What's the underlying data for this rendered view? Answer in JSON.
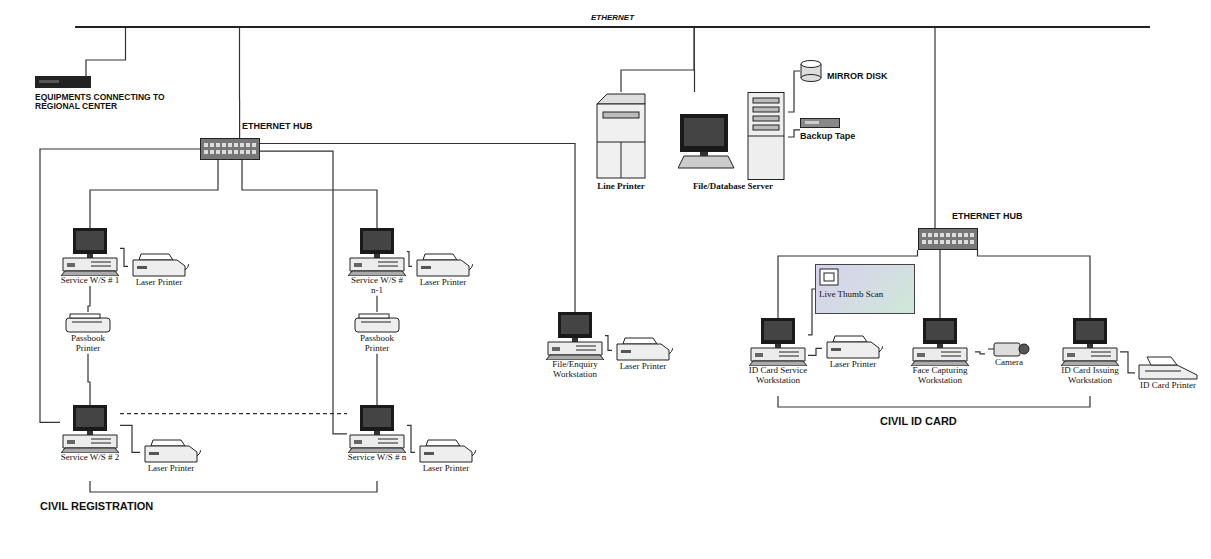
{
  "diagram": {
    "nodes": [
      {
        "text": [
          "ETHERNET"
        ]
      },
      {
        "text": [
          "EQUIPMENTS CONNECTING TO REGIONAL CENTER"
        ]
      },
      {
        "text": [
          "ETHERNET HUB"
        ]
      },
      {
        "text": [
          "Line Printer"
        ]
      },
      {
        "text": [
          "File/Database Server"
        ]
      },
      {
        "text": [
          "MIRROR DISK"
        ]
      },
      {
        "text": [
          "Backup Tape"
        ]
      },
      {
        "text": [
          "ETHERNET HUB"
        ]
      },
      {
        "text": [
          "Service W/S # 1"
        ]
      },
      {
        "text": [
          "Laser Printer"
        ]
      },
      {
        "text": [
          "Passbook Printer"
        ]
      },
      {
        "text": [
          "Service W/S # n-1"
        ]
      },
      {
        "text": [
          "Laser Printer"
        ]
      },
      {
        "text": [
          "Passbook Printer"
        ]
      },
      {
        "text": [
          "File/Enquiry Workstation"
        ]
      },
      {
        "text": [
          "Laser Printer"
        ]
      },
      {
        "text": [
          "Service W/S # 2"
        ]
      },
      {
        "text": [
          "Laser Printer"
        ]
      },
      {
        "text": [
          "Service W/S # n"
        ]
      },
      {
        "text": [
          "Laser Printer"
        ]
      },
      {
        "text": [
          "Live Thumb Scan"
        ]
      },
      {
        "text": [
          "ID Card Service Workstation"
        ]
      },
      {
        "text": [
          "Laser Printer"
        ]
      },
      {
        "text": [
          "Face Capturing Workstation"
        ]
      },
      {
        "text": [
          "Camera"
        ]
      },
      {
        "text": [
          "ID Card Issuing Workstation"
        ]
      },
      {
        "text": [
          "ID Card Printer"
        ]
      }
    ],
    "edges": [
      {
        "from": 0,
        "to": 1,
        "arrow": "none"
      },
      {
        "from": 0,
        "to": 2,
        "arrow": "none"
      },
      {
        "from": 0,
        "to": 3,
        "arrow": "none"
      },
      {
        "from": 0,
        "to": 4,
        "arrow": "none"
      },
      {
        "from": 0,
        "to": 7,
        "arrow": "none"
      },
      {
        "from": 4,
        "to": 5,
        "arrow": "none"
      },
      {
        "from": 4,
        "to": 6,
        "arrow": "none"
      },
      {
        "from": 2,
        "to": 8,
        "arrow": "none"
      },
      {
        "from": 2,
        "to": 11,
        "arrow": "none"
      },
      {
        "from": 2,
        "to": 16,
        "arrow": "none"
      },
      {
        "from": 2,
        "to": 18,
        "arrow": "none"
      },
      {
        "from": 2,
        "to": 14,
        "arrow": "none"
      },
      {
        "from": 8,
        "to": 9,
        "arrow": "none"
      },
      {
        "from": 8,
        "to": 10,
        "arrow": "none"
      },
      {
        "from": 10,
        "to": 16,
        "arrow": "none"
      },
      {
        "from": 16,
        "to": 17,
        "arrow": "none"
      },
      {
        "from": 16,
        "to": 18,
        "arrow": "none"
      },
      {
        "from": 11,
        "to": 12,
        "arrow": "none"
      },
      {
        "from": 11,
        "to": 13,
        "arrow": "none"
      },
      {
        "from": 13,
        "to": 18,
        "arrow": "none"
      },
      {
        "from": 18,
        "to": 19,
        "arrow": "none"
      },
      {
        "from": 14,
        "to": 15,
        "arrow": "none"
      },
      {
        "from": 7,
        "to": 21,
        "arrow": "none"
      },
      {
        "from": 7,
        "to": 23,
        "arrow": "none"
      },
      {
        "from": 7,
        "to": 25,
        "arrow": "none"
      },
      {
        "from": 21,
        "to": 20,
        "arrow": "none"
      },
      {
        "from": 21,
        "to": 22,
        "arrow": "none"
      },
      {
        "from": 23,
        "to": 24,
        "arrow": "none"
      },
      {
        "from": 25,
        "to": 26,
        "arrow": "none"
      }
    ],
    "labels": [
      "CIVIL REGISTRATION",
      "CIVIL ID CARD"
    ]
  }
}
